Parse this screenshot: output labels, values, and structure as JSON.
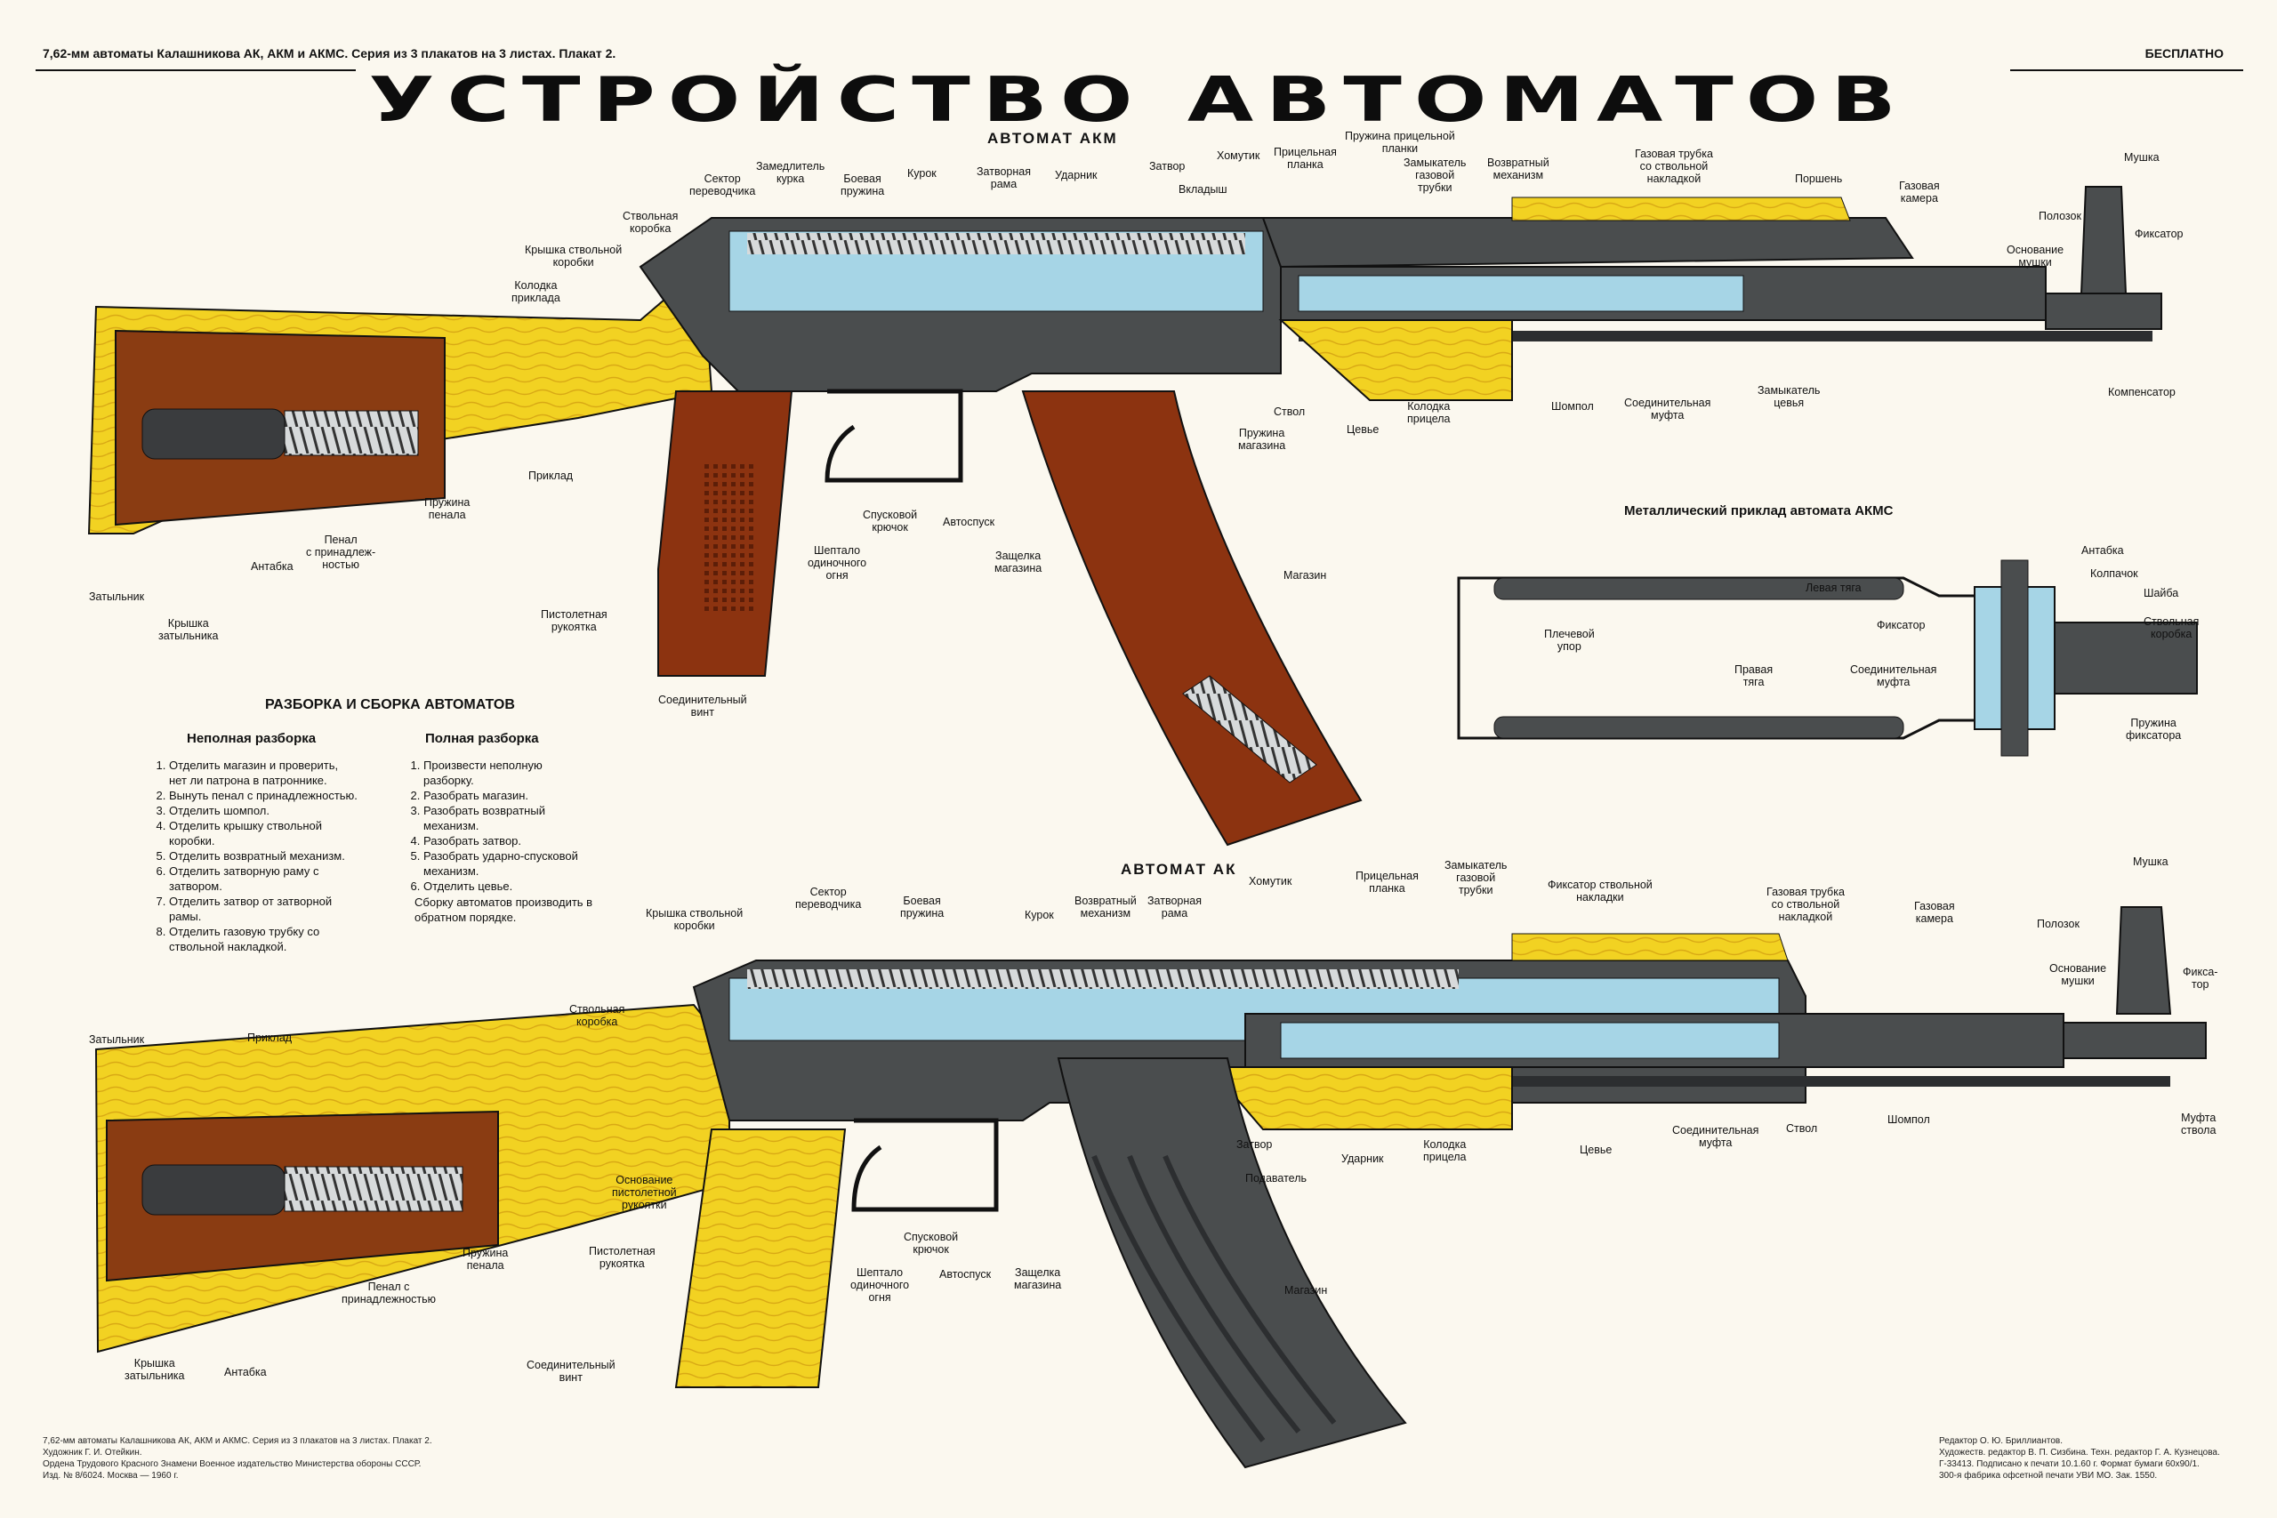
{
  "header": {
    "left": "7,62-мм автоматы Калашникова АК, АКМ и АКМС. Серия из 3 плакатов на 3 листах. Плакат 2.",
    "right": "БЕСПЛАТНО",
    "title": "УСТРОЙСТВО АВТОМАТОВ"
  },
  "akm": {
    "title": "АВТОМАТ АКМ",
    "labels": {
      "stvolnaya_korobka": "Ствольная\nкоробка",
      "kryshka_stv": "Крышка ствольной\nкоробки",
      "kolodka_priklada": "Колодка\nприклада",
      "sektor": "Сектор\nпереводчика",
      "zamedlitel": "Замедлитель\nкурка",
      "boevaya": "Боевая\nпружина",
      "kurok": "Курок",
      "zatv_rama": "Затворная\nрама",
      "udarnik": "Ударник",
      "zatvor": "Затвор",
      "vkladysh": "Вкладыш",
      "homutik": "Хомутик",
      "pric_planka": "Прицельная\nпланка",
      "pruzh_planki": "Пружина прицельной\nпланки",
      "zamyk_gaz": "Замыкатель\nгазовой\nтрубки",
      "vozvr_meh": "Возвратный\nмеханизм",
      "gaz_trubka": "Газовая трубка\nсо ствольной\nнакладкой",
      "porshen": "Поршень",
      "gaz_kamera": "Газовая\nкамера",
      "mushka": "Мушка",
      "polozok": "Полозок",
      "fiksator": "Фиксатор",
      "osn_mushki": "Основание\nмушки",
      "kompensator": "Компенсатор",
      "zamyk_tsevya": "Замыкатель\nцевья",
      "soed_mufta": "Соединительная\nмуфта",
      "shompol": "Шомпол",
      "kolodka_prit": "Колодка\nприцела",
      "tsevye": "Цевье",
      "stvol": "Ствол",
      "pruzh_magazina": "Пружина\nмагазина",
      "priklad": "Приклад",
      "pruzh_penala": "Пружина\nпенала",
      "penal": "Пенал\nс принадлеж-\nностью",
      "antabka": "Антабка",
      "zatylnik": "Затыльник",
      "kryshka_zat": "Крышка\nзатыльника",
      "spusk": "Спусковой\nкрючок",
      "sheptalo": "Шептало\nодиночного\nогня",
      "avtospusk": "Автоспуск",
      "zashchelka": "Защелка\nмагазина",
      "magazin": "Магазин",
      "pist_ruk": "Пистолетная\nрукоятка",
      "soed_vint": "Соединительный\nвинт"
    }
  },
  "akms": {
    "title": "Металлический приклад автомата АКМС",
    "labels": {
      "levaya": "Левая тяга",
      "antabka": "Антабка",
      "kolpachok": "Колпачок",
      "shayba": "Шайба",
      "fiksator": "Фиксатор",
      "stv_korobka": "Ствольная\nкоробка",
      "plechevoy": "Плечевой\nупор",
      "pravaya": "Правая\nтяга",
      "soed_mufta": "Соединительная\nмуфта",
      "pruzh_fiks": "Пружина\nфиксатора"
    }
  },
  "assembly": {
    "title": "РАЗБОРКА И СБОРКА АВТОМАТОВ",
    "partial_title": "Неполная разборка",
    "partial_steps": [
      "Отделить магазин и проверить,\nнет ли патрона в патроннике.",
      "Вынуть пенал с принадлежностью.",
      "Отделить шомпол.",
      "Отделить крышку ствольной\nкоробки.",
      "Отделить возвратный механизм.",
      "Отделить затворную раму с\nзатвором.",
      "Отделить затвор от затворной\nрамы.",
      "Отделить газовую трубку со\nствольной накладкой."
    ],
    "full_title": "Полная разборка",
    "full_steps": [
      "Произвести неполную\nразборку.",
      "Разобрать магазин.",
      "Разобрать возвратный\nмеханизм.",
      "Разобрать затвор.",
      "Разобрать ударно-спусковой\nмеханизм.",
      "Отделить цевье."
    ],
    "note": "Сборку автоматов производить в\nобратном порядке."
  },
  "ak": {
    "title": "АВТОМАТ АК",
    "labels": {
      "sektor": "Сектор\nпереводчика",
      "boevaya": "Боевая\nпружина",
      "kurok": "Курок",
      "vozvr_meh": "Возвратный\nмеханизм",
      "zatv_rama": "Затворная\nрама",
      "homutik": "Хомутик",
      "pric_planka": "Прицельная\nпланка",
      "zamyk_gaz": "Замыкатель\nгазовой\nтрубки",
      "fiks_nakl": "Фиксатор ствольной\nнакладки",
      "gaz_trubka": "Газовая трубка\nсо ствольной\nнакладкой",
      "gaz_kamera": "Газовая\nкамера",
      "mushka": "Мушка",
      "polozok": "Полозок",
      "osn_mushki": "Основание\nмушки",
      "fiksator": "Фикса-\nтор",
      "mufta_stvola": "Муфта\nствола",
      "shompol": "Шомпол",
      "stvol": "Ствол",
      "soed_mufta": "Соединительная\nмуфта",
      "tsevye": "Цевье",
      "kolodka_prit": "Колодка\nприцела",
      "udarnik": "Ударник",
      "zatvor": "Затвор",
      "podavatel": "Подаватель",
      "magazin": "Магазин",
      "kryshka_stv": "Крышка ствольной\nкоробки",
      "stv_korobka": "Ствольная\nкоробка",
      "priklad": "Приклад",
      "zatylnik": "Затыльник",
      "osn_ruk": "Основание\nпистолетной\nрукоятки",
      "pist_ruk": "Пистолетная\nрукоятка",
      "pruzh_penala": "Пружина\nпенала",
      "penal": "Пенал с\nпринадлежностью",
      "spusk": "Спусковой\nкрючок",
      "sheptalo": "Шептало\nодиночного\nогня",
      "avtospusk": "Автоспуск",
      "zashchelka": "Защелка\nмагазина",
      "kryshka_zat": "Крышка\nзатыльника",
      "antabka": "Антабка",
      "soed_vint": "Соединительный\nвинт"
    }
  },
  "footer": {
    "left": "7,62-мм автоматы Калашникова АК, АКМ и АКМС. Серия из 3 плакатов на 3 листах. Плакат 2.\nХудожник Г. И. Отейкин.\nОрдена Трудового Красного Знамени Военное издательство Министерства обороны СССР.\nИзд. № 8/6024. Москва — 1960 г.",
    "right": "Редактор О. Ю. Бриллиантов.\nХудожеств. редактор В. П. Сизбина. Техн. редактор Г. А. Кузнецова.\nГ-33413. Подписано к печати 10.1.60 г. Формат бумаги 60x90/1.\n300-я фабрика офсетной печати УВИ МО. Зак. 1550."
  },
  "colors": {
    "wood": "#f2d222",
    "wood_dark": "#d9a915",
    "metal": "#4a4d4e",
    "metal_dark": "#2c2e30",
    "cutaway": "#a6d5e6",
    "mag_red": "#8c3310",
    "stock_brown": "#8a3c12"
  }
}
